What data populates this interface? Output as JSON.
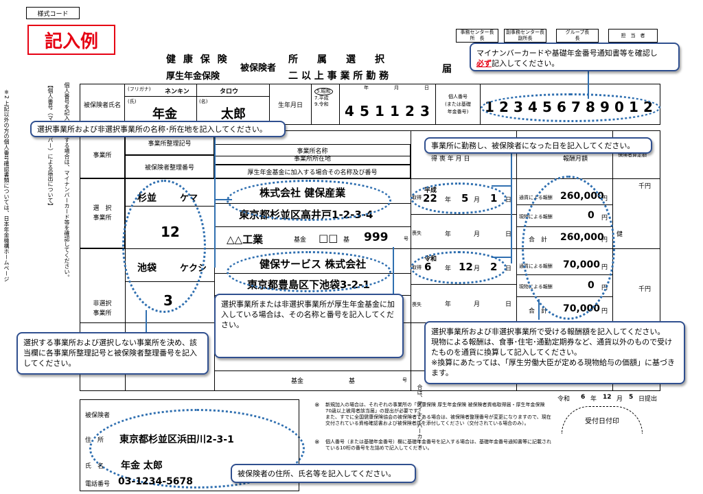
{
  "header": {
    "style_code": "様式コード",
    "sample_label": "記入例",
    "title_line1": "健 康 保 険",
    "title_line2": "厚生年金保険",
    "title_insured": "被保険者",
    "title_main1": "所　　属　　選　　択",
    "title_main2": "二 以 上 事 業 所 勤 務",
    "title_end": "届",
    "stamp_boxes": [
      "事務センター長\n所　長",
      "副事務センター長\n副所長",
      "グループ長\n長",
      "担　当　者"
    ]
  },
  "insured_row": {
    "name_label": "被保険者氏名",
    "furigana_label": "(フリガナ)",
    "furigana_family": "ネンキン",
    "furigana_given": "タロウ",
    "family_label": "(氏)",
    "given_label": "(名)",
    "family_name": "年金",
    "given_name": "太郎",
    "birth_label": "生年月日",
    "era_options": [
      "5.昭和",
      "7.平成",
      "9.令和"
    ],
    "birth_digits": [
      "4",
      "5",
      "1",
      "1",
      "2",
      "3"
    ],
    "year_label": "年",
    "month_label": "月",
    "day_label": "日",
    "mynumber_label": "個人番号\n(または基礎\n年金番号)",
    "mynumber_digits": [
      "1",
      "2",
      "3",
      "4",
      "5",
      "6",
      "7",
      "8",
      "9",
      "0",
      "1",
      "2"
    ]
  },
  "office_table": {
    "office_label": "事業所",
    "office_reg_label": "事業所整理記号",
    "insured_no_label": "被保険者整理番号",
    "office_name_label": "事業所名称",
    "office_addr_label": "事業所所在地",
    "fund_label": "厚生年金基金に加入する場合その名称及び番号",
    "date_label": "得 喪 年 月 日",
    "pay_label": "報酬月額",
    "pay_right_label": "保険者算定額",
    "selected_label": "選　択\n事業所",
    "unselected_label": "非選択\n事業所",
    "sel_reg_1": "杉並",
    "sel_reg_2": "ケマ",
    "sel_insured_no": "12",
    "sel_name": "株式会社 健保産業",
    "sel_addr": "東京都杉並区高井戸1-2-3-4",
    "fund_name": "△△工業",
    "fund_word": "基金",
    "fund_box": "□□",
    "fund_word2": "基",
    "fund_no": "999",
    "fund_suffix": "号",
    "unsel_reg_1": "池袋",
    "unsel_reg_2": "ケクシ",
    "unsel_insured_no": "3",
    "unsel_name": "健保サービス 株式会社",
    "unsel_addr": "東京都豊島区下池袋3-2-1",
    "acq_label": "取得",
    "loss_label": "喪失",
    "era_heisei": "平成",
    "era_reiwa": "令和",
    "date1_y": "22",
    "date1_m": "5",
    "date1_d": "1",
    "date2_y": "6",
    "date2_m": "12",
    "date2_d": "2",
    "cash_label": "通貨による報酬",
    "kind_label": "現物による報酬",
    "total_label": "合　計",
    "yen": "円",
    "senen": "千円",
    "sel_cash": "260,000",
    "sel_kind": "0",
    "sel_total": "260,000",
    "unsel_cash": "70,000",
    "unsel_kind": "0",
    "unsel_total": "70,000",
    "ken": "健",
    "bottom_fund": "基金",
    "bottom_ki": "基",
    "bottom_go": "号"
  },
  "footer": {
    "submit_era": "令和",
    "submit_y": "6",
    "submit_m": "12",
    "submit_d": "5",
    "submit_label": "日提出",
    "receipt_label": "受付日付印",
    "insured_label": "被保険者",
    "addr_label": "住　所",
    "addr_value": "東京都杉並区浜田川2-3-1",
    "name_label": "氏　名",
    "name_value": "年金 太郎",
    "phone_label": "電話番号",
    "phone_value": "03-1234-5678",
    "notes": [
      "新規加入の場合は、それぞれの事業所の「健康保険 厚生年金保険 被保険者資格取得届・厚生年金保険 70歳以上被用者該当届」の提出が必要です。",
      "また、すでに全国健康保険協会の被保険者である場合は、被保険者整理番号が変更になりますので、現在交付されている資格確認書および被保険者証を添付してください（交付されている場合のみ）。",
      "個人番号（または基礎年金番号）欄に基礎年金番号を記入する場合は、基礎年金番号通知書等に記載されている10桁の番号を左詰めで記入してください。"
    ],
    "note_mark": "※"
  },
  "callouts": {
    "mynumber": "マイナンバーカードや基礎年金番号通知書等を確認し",
    "mynumber_em": "必ず",
    "mynumber_end": "記入してください。",
    "office_name": "選択事業所および非選択事業所の名称･所在地を記入してください。",
    "acq_date": "事業所に勤務し、被保険者になった日を記入してください。",
    "fund": "選択事業所または非選択事業所が厚生年金基金に加入している場合は、その名称と番号を記入してください。",
    "select_office": "選択する事業所および選択しない事業所を決め、該当欄に各事業所整理記号と被保険者整理番号を記入してください。",
    "pay_1": "選択事業所および非選択事業所で受ける報酬額を記入してください。",
    "pay_2": "現物による報酬は、食事･住宅･通勤定期券など、通貨以外のもので受けたものを通貨に換算して記入してください。",
    "pay_3": "※換算にあたっては、「厚生労働大臣が定める現物給与の価額」に基づきます。",
    "insured": "被保険者の住所、氏名等を記入してください。"
  },
  "side_notes": {
    "left1": "※2 上記以外の方の個人番号確認書類については、日本年金機構ホームページ",
    "left2": "【個人番号（マイナンバー）による届出について】",
    "left3": "個人番号を記入し届出する場合は、マイナンバーカード等を確認してください。",
    "left4": "合は、マイナンバーカード"
  },
  "colors": {
    "accent": "#2f6fb0",
    "callout_border": "#2f4f8f",
    "sample_red": "#e60012"
  }
}
